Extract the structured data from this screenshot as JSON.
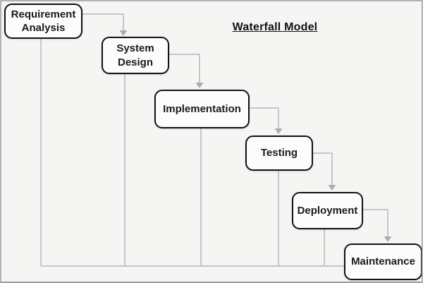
{
  "diagram": {
    "title": "Waterfall Model",
    "type": "waterfall-process-flow",
    "nodes": [
      {
        "id": "requirement-analysis",
        "label": "Requirement Analysis"
      },
      {
        "id": "system-design",
        "label": "System Design"
      },
      {
        "id": "implementation",
        "label": "Implementation"
      },
      {
        "id": "testing",
        "label": "Testing"
      },
      {
        "id": "deployment",
        "label": "Deployment"
      },
      {
        "id": "maintenance",
        "label": "Maintenance"
      }
    ],
    "flow_order": [
      "Requirement Analysis",
      "System Design",
      "Implementation",
      "Testing",
      "Deployment",
      "Maintenance"
    ],
    "colors": {
      "background": "#f5f5f4",
      "frame": "#b2b2b2",
      "box_fill": "#fcfcfc",
      "box_border": "#121212",
      "text": "#1a1a1a",
      "connector": "#c6c6c6",
      "arrowhead": "#acacac",
      "feedback_line": "#bfbfbf"
    }
  }
}
